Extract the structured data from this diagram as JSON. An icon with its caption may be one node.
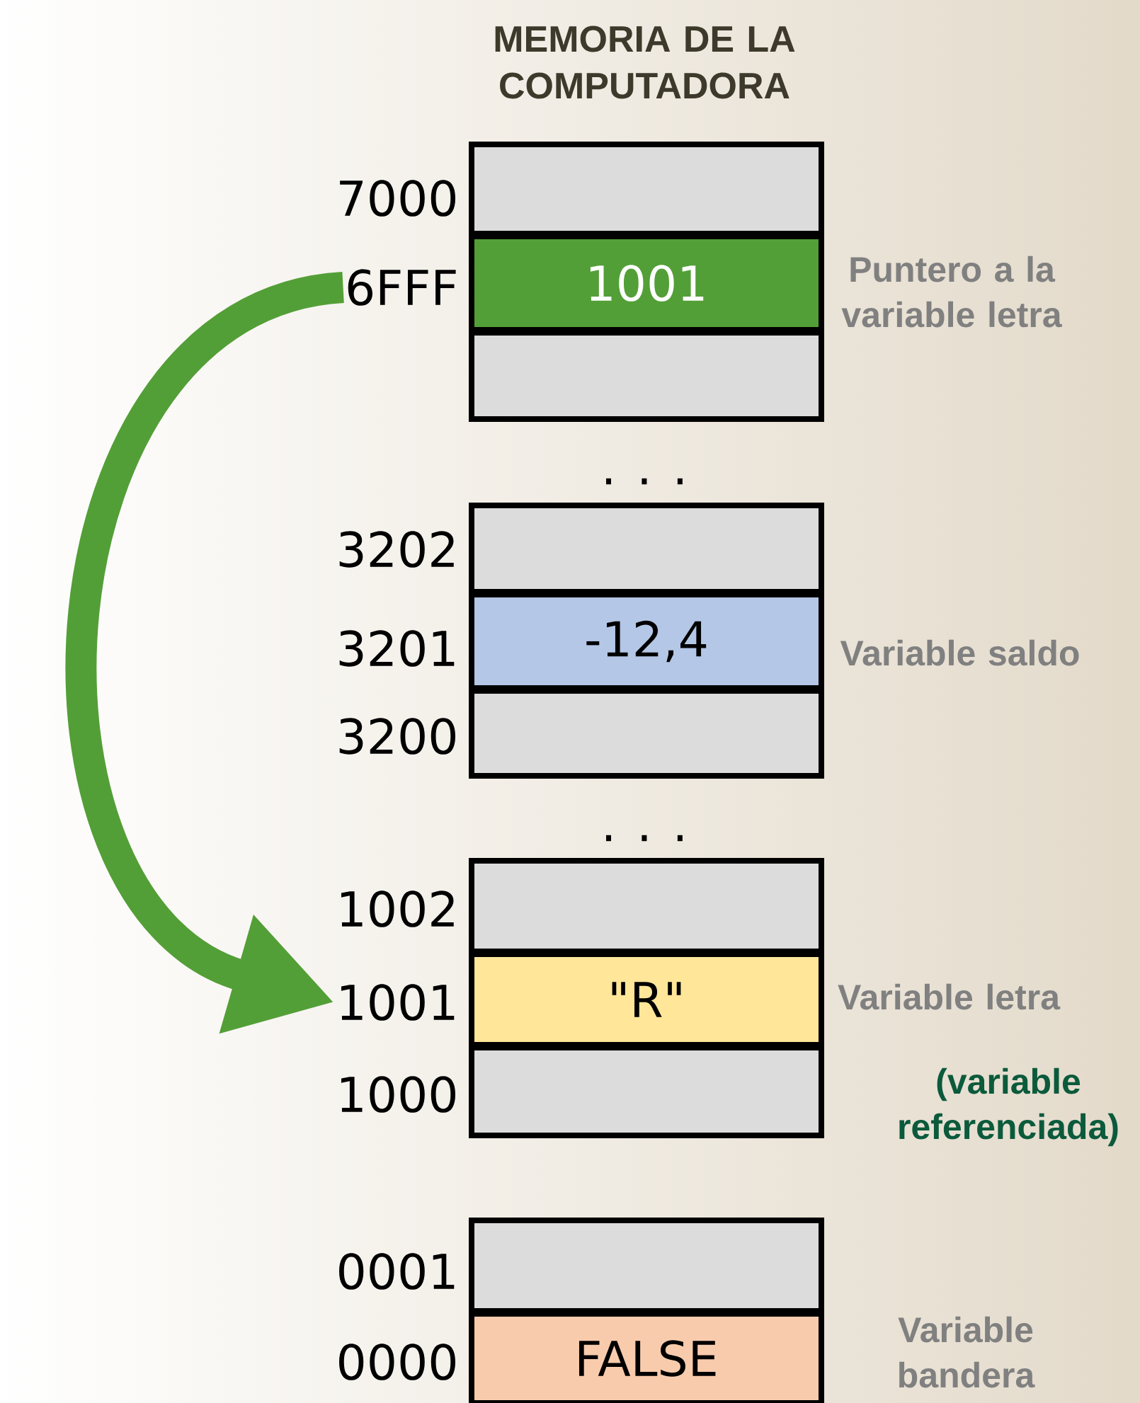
{
  "diagram": {
    "title": "MEMORIA DE LA COMPUTADORA",
    "nodes": [
      {
        "text": [],
        "shape": "box"
      },
      {
        "text": [
          "6FFF"
        ]
      },
      {
        "text": [
          "1001"
        ],
        "beside": [
          "Puntero a la variable letra"
        ]
      },
      {
        "text": [],
        "shape": "box"
      },
      {
        "text": [],
        "shape": "box"
      },
      {
        "text": [
          "-12,4"
        ],
        "beside": [
          "Variable saldo"
        ]
      },
      {
        "text": [],
        "shape": "box"
      },
      {
        "text": [],
        "shape": "box"
      },
      {
        "text": [
          "1001"
        ]
      },
      {
        "text": [
          "\"R\""
        ],
        "beside": [
          "Variable letra",
          "(variable referenciada)"
        ]
      },
      {
        "text": [],
        "shape": "box"
      },
      {
        "text": [],
        "shape": "box"
      },
      {
        "text": [
          "FALSE"
        ],
        "beside": [
          "Variable bandera"
        ]
      }
    ],
    "edges": [
      {
        "from": 1,
        "to": 8,
        "arrow": "to"
      }
    ],
    "labels": [
      "7000",
      ". . .",
      "3202",
      "3201",
      "3200",
      ". . .",
      "1002",
      "1000",
      "0001",
      "0000"
    ]
  }
}
